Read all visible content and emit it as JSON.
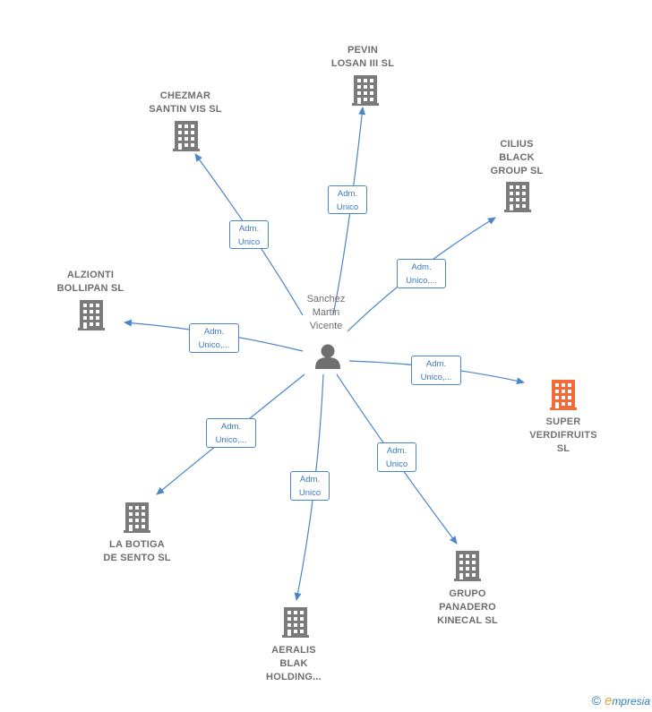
{
  "colors": {
    "edge": "#4a86c8",
    "building": "#7a7a7a",
    "highlight": "#f26b3a",
    "person": "#6f6f6f"
  },
  "center": {
    "name": "Sanchez\nMartin\nVicente",
    "icon": "person-icon"
  },
  "nodes": [
    {
      "id": "pevin",
      "label": "PEVIN\nLOSAN III  SL",
      "icon": "building-icon",
      "highlight": false,
      "edge_label": "Adm.\nUnico"
    },
    {
      "id": "chezmar",
      "label": "CHEZMAR\nSANTIN VIS  SL",
      "icon": "building-icon",
      "highlight": false,
      "edge_label": "Adm.\nUnico"
    },
    {
      "id": "cilius",
      "label": "CILIUS\nBLACK\nGROUP  SL",
      "icon": "building-icon",
      "highlight": false,
      "edge_label": "Adm.\nUnico,..."
    },
    {
      "id": "alzionti",
      "label": "ALZIONTI\nBOLLIPAN  SL",
      "icon": "building-icon",
      "highlight": false,
      "edge_label": "Adm.\nUnico,..."
    },
    {
      "id": "super",
      "label": "SUPER\nVERDIFRUITS\nSL",
      "icon": "building-icon",
      "highlight": true,
      "edge_label": "Adm.\nUnico,..."
    },
    {
      "id": "labotiga",
      "label": "LA BOTIGA\nDE SENTO  SL",
      "icon": "building-icon",
      "highlight": false,
      "edge_label": "Adm.\nUnico,..."
    },
    {
      "id": "grupo",
      "label": "GRUPO\nPANADERO\nKINECAL  SL",
      "icon": "building-icon",
      "highlight": false,
      "edge_label": "Adm.\nUnico"
    },
    {
      "id": "aeralis",
      "label": "AERALIS\nBLAK\nHOLDING...",
      "icon": "building-icon",
      "highlight": false,
      "edge_label": "Adm.\nUnico"
    }
  ],
  "brand": {
    "copyright": "©",
    "initial": "e",
    "rest": "mpresia"
  }
}
